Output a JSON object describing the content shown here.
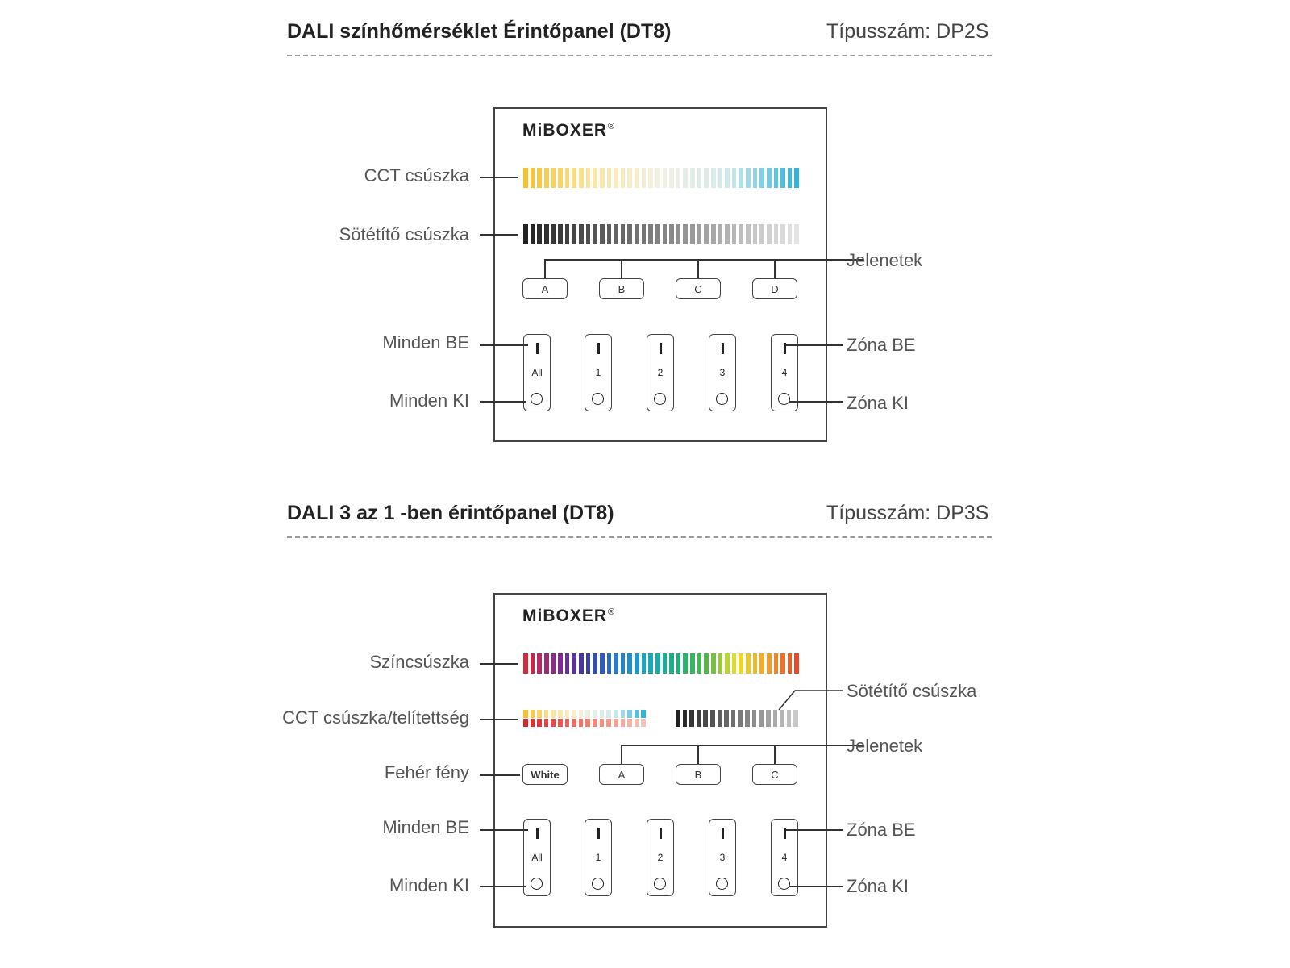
{
  "logo": "MiBOXER",
  "logo_mark": "®",
  "panel1": {
    "title": "DALI színhőmérséklet Érintőpanel (DT8)",
    "model": "Típusszám: DP2S",
    "callouts": {
      "cct_slider": "CCT csúszka",
      "dimmer_slider": "Sötétítő csúszka",
      "scenes": "Jelenetek",
      "all_on": "Minden BE",
      "all_off": "Minden KI",
      "zone_on": "Zóna BE",
      "zone_off": "Zóna KI"
    },
    "scene_buttons": [
      "A",
      "B",
      "C",
      "D"
    ],
    "zone_buttons": [
      "All",
      "1",
      "2",
      "3",
      "4"
    ]
  },
  "panel2": {
    "title": "DALI 3 az 1 -ben érintőpanel (DT8)",
    "model": "Típusszám: DP3S",
    "callouts": {
      "color_slider": "Színcsúszka",
      "dimmer_slider": "Sötétítő csúszka",
      "cct_saturation": "CCT csúszka/telítettség",
      "scenes": "Jelenetek",
      "white_light": "Fehér fény",
      "all_on": "Minden BE",
      "all_off": "Minden KI",
      "zone_on": "Zóna BE",
      "zone_off": "Zóna KI"
    },
    "white_button": "White",
    "scene_buttons": [
      "A",
      "B",
      "C"
    ],
    "zone_buttons": [
      "All",
      "1",
      "2",
      "3",
      "4"
    ]
  },
  "colors": {
    "cct_warm": "#f6c12a",
    "cct_cool": "#2fb4dc",
    "dim_dark": "#222222",
    "dim_light": "#e4e4e4",
    "outline": "#444444"
  }
}
